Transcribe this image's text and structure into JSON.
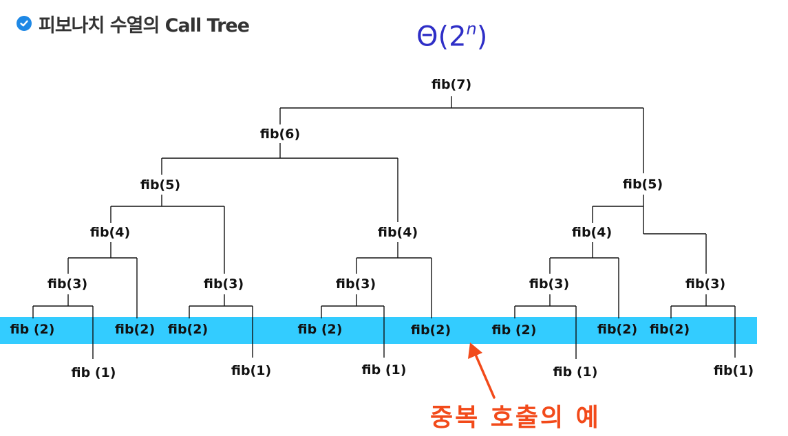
{
  "title": "피보나치 수열의 Call Tree",
  "complexity": {
    "prefix": "Θ(2",
    "exponent": "n",
    "suffix": ")"
  },
  "note": "중복 호출의 예",
  "colors": {
    "band": "#33ccff",
    "complexity": "#2f2fc7",
    "note": "#f24a1a",
    "check": "#1e88e5"
  },
  "icons": {
    "title_bullet": "check-circle-icon",
    "note_pointer": "arrow-icon"
  },
  "nodes": [
    {
      "id": "n7",
      "label": "fib(7)"
    },
    {
      "id": "n6",
      "label": "fib(6)"
    },
    {
      "id": "n5a",
      "label": "fib(5)"
    },
    {
      "id": "n5b",
      "label": "fib(5)"
    },
    {
      "id": "n4a",
      "label": "fib(4)"
    },
    {
      "id": "n4b",
      "label": "fib(4)"
    },
    {
      "id": "n4c",
      "label": "fib(4)"
    },
    {
      "id": "n3a",
      "label": "fib(3)"
    },
    {
      "id": "n3b",
      "label": "fib(3)"
    },
    {
      "id": "n3c",
      "label": "fib(3)"
    },
    {
      "id": "n3d",
      "label": "fib(3)"
    },
    {
      "id": "n3e",
      "label": "fib(3)"
    },
    {
      "id": "n2a",
      "label": "fib (2)"
    },
    {
      "id": "n2b",
      "label": "fib(2)"
    },
    {
      "id": "n2c",
      "label": "fib(2)"
    },
    {
      "id": "n2d",
      "label": "fib (2)"
    },
    {
      "id": "n2e",
      "label": "fib(2)"
    },
    {
      "id": "n2f",
      "label": "fib (2)"
    },
    {
      "id": "n2g",
      "label": "fib(2)"
    },
    {
      "id": "n2h",
      "label": "fib(2)"
    },
    {
      "id": "n1a",
      "label": "fib (1)"
    },
    {
      "id": "n1b",
      "label": "fib(1)"
    },
    {
      "id": "n1c",
      "label": "fib (1)"
    },
    {
      "id": "n1d",
      "label": "fib (1)"
    },
    {
      "id": "n1e",
      "label": "fib(1)"
    }
  ]
}
